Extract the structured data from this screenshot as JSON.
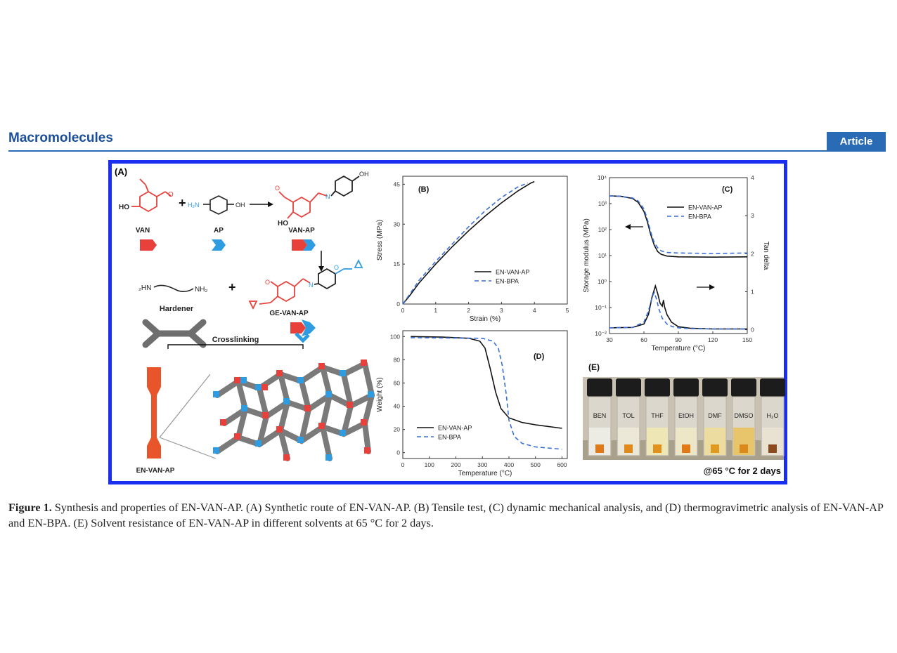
{
  "header": {
    "journal": "Macromolecules",
    "article_type": "Article"
  },
  "panel_a": {
    "tag": "(A)",
    "van": "VAN",
    "ap": "AP",
    "van_ap": "VAN-AP",
    "hardener": "Hardener",
    "ge_van_ap": "GE-VAN-AP",
    "crosslinking": "Crosslinking",
    "en_van_ap": "EN-VAN-AP",
    "oh": "OH",
    "ho": "HO",
    "h2n": "H₂N",
    "nh2": "NH₂",
    "hn2": "₂HN",
    "n": "N",
    "o": "O"
  },
  "panel_e": {
    "tag": "(E)",
    "vials": [
      "BEN",
      "TOL",
      "THF",
      "EtOH",
      "DMF",
      "DMSO",
      "H₂O"
    ],
    "condition": "@65 °C for 2 days"
  },
  "caption": {
    "figure_label": "Figure 1.",
    "text": " Synthesis and properties of EN-VAN-AP. (A) Synthetic route of EN-VAN-AP. (B) Tensile test, (C) dynamic mechanical analysis, and (D) thermogravimetric analysis of EN-VAN-AP and EN-BPA. (E) Solvent resistance of EN-VAN-AP in different solvents at 65 °C for 2 days."
  },
  "colors": {
    "frame": "#1a2ef0",
    "journal_blue": "#1b4f9b",
    "van_red": "#e8413c",
    "ap_blue": "#2f9be0",
    "hardener_gray": "#6e6e6e",
    "specimen_orange": "#e8552a"
  },
  "chart_data": [
    {
      "id": "B",
      "type": "line",
      "panel_label": "(B)",
      "xlabel": "Strain (%)",
      "ylabel": "Stress (MPa)",
      "xlim": [
        0,
        5
      ],
      "ylim": [
        0,
        48
      ],
      "xticks": [
        0,
        1,
        2,
        3,
        4,
        5
      ],
      "yticks": [
        0,
        15,
        30,
        45
      ],
      "legend_position": "lower-right",
      "series": [
        {
          "name": "EN-VAN-AP",
          "style": "solid",
          "color": "#111111",
          "x": [
            0,
            0.2,
            0.5,
            1.0,
            1.5,
            2.0,
            2.5,
            3.0,
            3.5,
            3.9,
            4.0
          ],
          "y": [
            0,
            3,
            8,
            15,
            21.5,
            27.5,
            33,
            38,
            42.5,
            45.5,
            46
          ]
        },
        {
          "name": "EN-BPA",
          "style": "dashed",
          "color": "#3a6fd8",
          "x": [
            0,
            0.2,
            0.5,
            1.0,
            1.5,
            2.0,
            2.5,
            3.0,
            3.5,
            3.8
          ],
          "y": [
            0,
            3.5,
            9,
            16,
            22.5,
            29,
            35,
            40,
            44,
            45.5
          ]
        }
      ]
    },
    {
      "id": "C",
      "type": "line",
      "panel_label": "(C)",
      "xlabel": "Temperature (°C)",
      "ylabel": "Storage modulus (MPa)",
      "y2label": "Tan delta",
      "xlim": [
        30,
        150
      ],
      "xticks": [
        30,
        60,
        90,
        120,
        150
      ],
      "ylim_log10": [
        -2,
        4
      ],
      "yticks": [
        "10⁻²",
        "10⁻¹",
        "10⁰",
        "10¹",
        "10²",
        "10³",
        "10⁴"
      ],
      "ylim_right": [
        -0.1,
        4
      ],
      "yticks_right": [
        0,
        1,
        2,
        3,
        4
      ],
      "legend_position": "upper-right",
      "series": [
        {
          "name": "EN-VAN-AP",
          "axis": "left",
          "style": "solid",
          "color": "#111111",
          "x": [
            30,
            40,
            50,
            55,
            60,
            63,
            66,
            69,
            72,
            75,
            80,
            90,
            120,
            150
          ],
          "log10_y": [
            3.3,
            3.28,
            3.2,
            3.05,
            2.7,
            2.3,
            1.8,
            1.4,
            1.15,
            1.05,
            0.98,
            0.95,
            0.94,
            0.95
          ]
        },
        {
          "name": "EN-BPA",
          "axis": "left",
          "style": "dashed",
          "color": "#3a6fd8",
          "x": [
            30,
            40,
            50,
            55,
            60,
            63,
            66,
            69,
            72,
            75,
            80,
            90,
            120,
            150
          ],
          "log10_y": [
            3.3,
            3.28,
            3.22,
            3.1,
            2.8,
            2.4,
            1.9,
            1.5,
            1.3,
            1.18,
            1.12,
            1.1,
            1.08,
            1.1
          ]
        },
        {
          "name": "EN-VAN-AP tan delta",
          "axis": "right",
          "style": "solid",
          "color": "#111111",
          "x": [
            30,
            50,
            60,
            64,
            67,
            70,
            72,
            74,
            76,
            77,
            78,
            80,
            84,
            90,
            100,
            120,
            150
          ],
          "y": [
            0.05,
            0.06,
            0.15,
            0.4,
            0.85,
            1.15,
            0.95,
            0.7,
            0.62,
            0.78,
            0.6,
            0.4,
            0.2,
            0.08,
            0.04,
            0.02,
            0.02
          ]
        },
        {
          "name": "EN-BPA tan delta",
          "axis": "right",
          "style": "dashed",
          "color": "#3a6fd8",
          "x": [
            30,
            50,
            60,
            64,
            67,
            69,
            71,
            73,
            76,
            80,
            85,
            90,
            100,
            120,
            150
          ],
          "y": [
            0.05,
            0.06,
            0.2,
            0.5,
            0.85,
            0.98,
            0.8,
            0.55,
            0.3,
            0.15,
            0.08,
            0.05,
            0.03,
            0.02,
            0.02
          ]
        }
      ]
    },
    {
      "id": "D",
      "type": "line",
      "panel_label": "(D)",
      "xlabel": "Temperature (°C)",
      "ylabel": "Weight (%)",
      "xlim": [
        0,
        620
      ],
      "ylim": [
        -5,
        105
      ],
      "xticks": [
        0,
        100,
        200,
        300,
        400,
        500,
        600
      ],
      "yticks": [
        0,
        20,
        40,
        60,
        80,
        100
      ],
      "legend_position": "lower-left",
      "series": [
        {
          "name": "EN-VAN-AP",
          "style": "solid",
          "color": "#111111",
          "x": [
            30,
            150,
            250,
            290,
            310,
            330,
            350,
            370,
            400,
            450,
            500,
            600
          ],
          "y": [
            100,
            99.5,
            98.5,
            96,
            90,
            72,
            52,
            38,
            30,
            26,
            24,
            21
          ]
        },
        {
          "name": "EN-BPA",
          "style": "dashed",
          "color": "#3a6fd8",
          "x": [
            30,
            150,
            300,
            340,
            360,
            375,
            390,
            400,
            420,
            450,
            500,
            600
          ],
          "y": [
            99,
            98.8,
            98.5,
            96,
            90,
            75,
            50,
            28,
            14,
            8,
            5,
            3
          ]
        }
      ]
    }
  ]
}
